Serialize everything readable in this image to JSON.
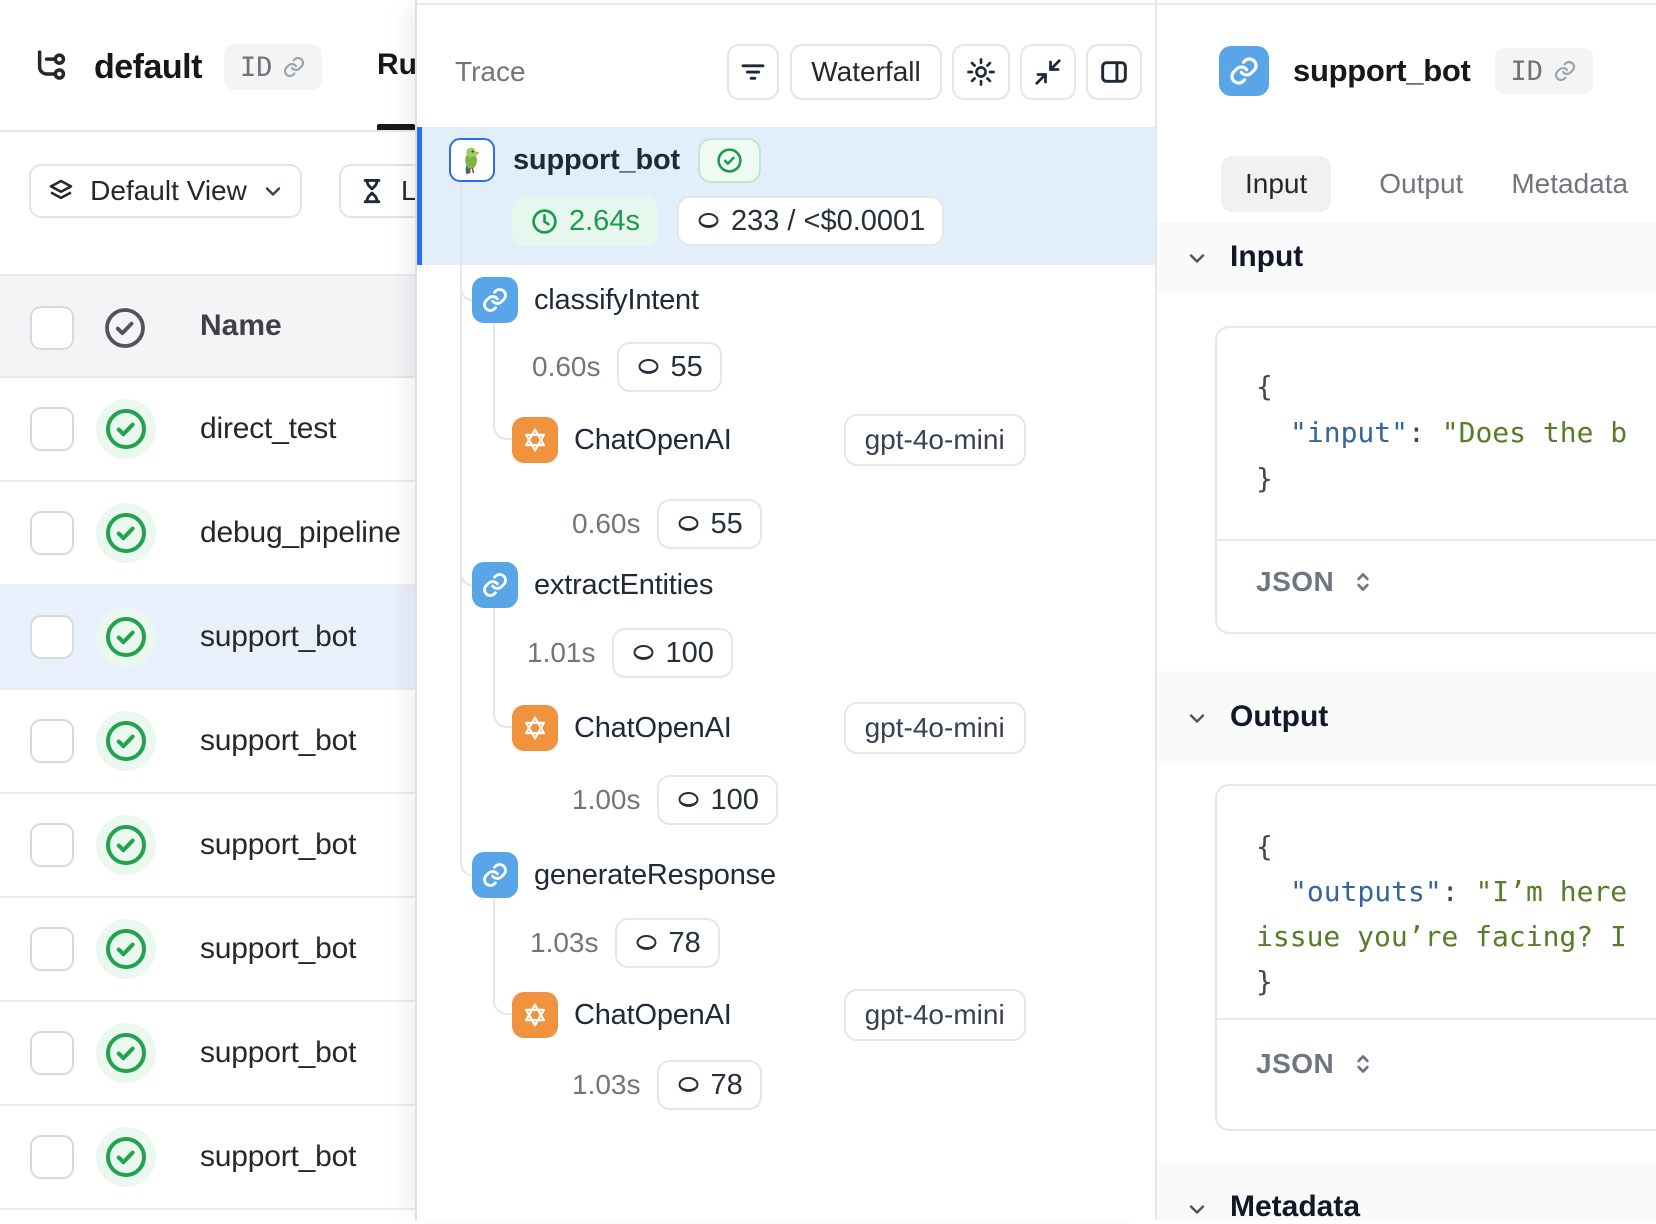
{
  "left_panel": {
    "title": "default",
    "id_badge": "ID",
    "tab_partial": "Ru",
    "view_selector": "Default View",
    "time_filter_partial": "L",
    "table": {
      "name_header": "Name",
      "rows": [
        {
          "name": "direct_test"
        },
        {
          "name": "debug_pipeline"
        },
        {
          "name": "support_bot",
          "selected": true
        },
        {
          "name": "support_bot"
        },
        {
          "name": "support_bot"
        },
        {
          "name": "support_bot"
        },
        {
          "name": "support_bot"
        },
        {
          "name": "support_bot"
        }
      ]
    }
  },
  "trace_panel": {
    "title": "Trace",
    "waterfall_button": "Waterfall",
    "root": {
      "name": "support_bot",
      "duration": "2.64s",
      "tokens_cost": "233 / <$0.0001"
    },
    "nodes": [
      {
        "name": "classifyIntent",
        "duration": "0.60s",
        "tokens": "55"
      },
      {
        "name": "ChatOpenAI",
        "model": "gpt-4o-mini",
        "duration": "0.60s",
        "tokens": "55"
      },
      {
        "name": "extractEntities",
        "duration": "1.01s",
        "tokens": "100"
      },
      {
        "name": "ChatOpenAI",
        "model": "gpt-4o-mini",
        "duration": "1.00s",
        "tokens": "100"
      },
      {
        "name": "generateResponse",
        "duration": "1.03s",
        "tokens": "78"
      },
      {
        "name": "ChatOpenAI",
        "model": "gpt-4o-mini",
        "duration": "1.03s",
        "tokens": "78"
      }
    ]
  },
  "detail_panel": {
    "title": "support_bot",
    "id_badge": "ID",
    "tabs": [
      {
        "label": "Input",
        "active": true
      },
      {
        "label": "Output",
        "active": false
      },
      {
        "label": "Metadata",
        "active": false
      }
    ],
    "input_section": {
      "header": "Input",
      "code": {
        "open": "{",
        "key": "\"input\"",
        "colon": ": ",
        "value": "\"Does the b",
        "close": "}"
      },
      "format_label": "JSON"
    },
    "output_section": {
      "header": "Output",
      "code": {
        "open": "{",
        "key": "\"outputs\"",
        "colon": ": ",
        "value": "\"I’m here",
        "wrap": "issue you’re facing? I",
        "close": "}"
      },
      "format_label": "JSON"
    },
    "metadata_section": {
      "header": "Metadata"
    }
  },
  "colors": {
    "accent_blue": "#2a6ff0",
    "chain_icon_blue": "#58a6e8",
    "llm_icon_orange": "#f0923e",
    "success_green": "#22a24c",
    "selected_row_bg": "#e8f1fb",
    "trace_selected_bg": "#e3eefb",
    "json_key": "#33669a",
    "json_string": "#567d28"
  }
}
